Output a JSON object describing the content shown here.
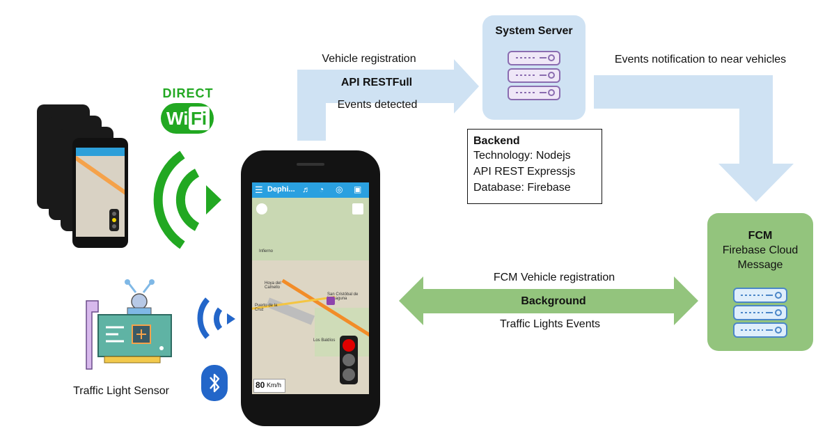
{
  "server": {
    "title": "System Server",
    "backend_title": "Backend",
    "backend_lines": [
      "Technology: Nodejs",
      "API REST Expressjs",
      "Database: Firebase"
    ]
  },
  "top_link": {
    "label_top": "Vehicle registration",
    "label_middle": "API RESTFull",
    "label_bottom": "Events detected"
  },
  "notify_link": {
    "label": "Events notification to near vehicles"
  },
  "fcm": {
    "title": "FCM",
    "subtitle_line1": "Firebase Cloud",
    "subtitle_line2": "Message"
  },
  "fcm_link": {
    "label_top": "FCM Vehicle registration",
    "label_middle": "Background",
    "label_bottom": "Traffic Lights Events"
  },
  "wifi_direct": {
    "word_top": "DIRECT",
    "word_wi": "Wi",
    "word_fi": "Fi"
  },
  "sensor": {
    "label": "Traffic Light Sensor"
  },
  "phone": {
    "app_title": "Dephi...",
    "speed_value": "80",
    "speed_unit": "Km/h",
    "map_labels": [
      "Hoya del Camello",
      "San Cristóbal de La Laguna",
      "Los Baldíos",
      "Infierno",
      "Puerto de la Cruz"
    ]
  },
  "colors": {
    "blue_arrow": "#cfe2f3",
    "green_arrow": "#93c47d",
    "server_box": "#cfe2f3",
    "fcm_box": "#93c47d",
    "wifi_green": "#22a822",
    "bluetooth_blue": "#2366c9",
    "traffic_red": "#e00000"
  }
}
